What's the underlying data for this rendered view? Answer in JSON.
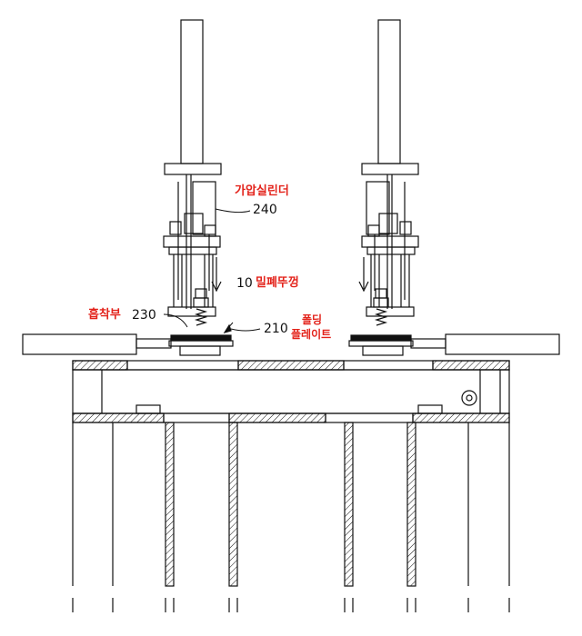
{
  "labels": {
    "cylinder_name": "가압실린더",
    "cylinder_num": "240",
    "lid_num": "10",
    "lid_name": "밀폐뚜껑",
    "suction_name": "흡착부",
    "suction_num": "230",
    "plate_num": "210",
    "plate_name_line1": "폴딩",
    "plate_name_line2": "플레이트"
  },
  "colors": {
    "ink": "#111111",
    "label_red": "#e3231b"
  }
}
